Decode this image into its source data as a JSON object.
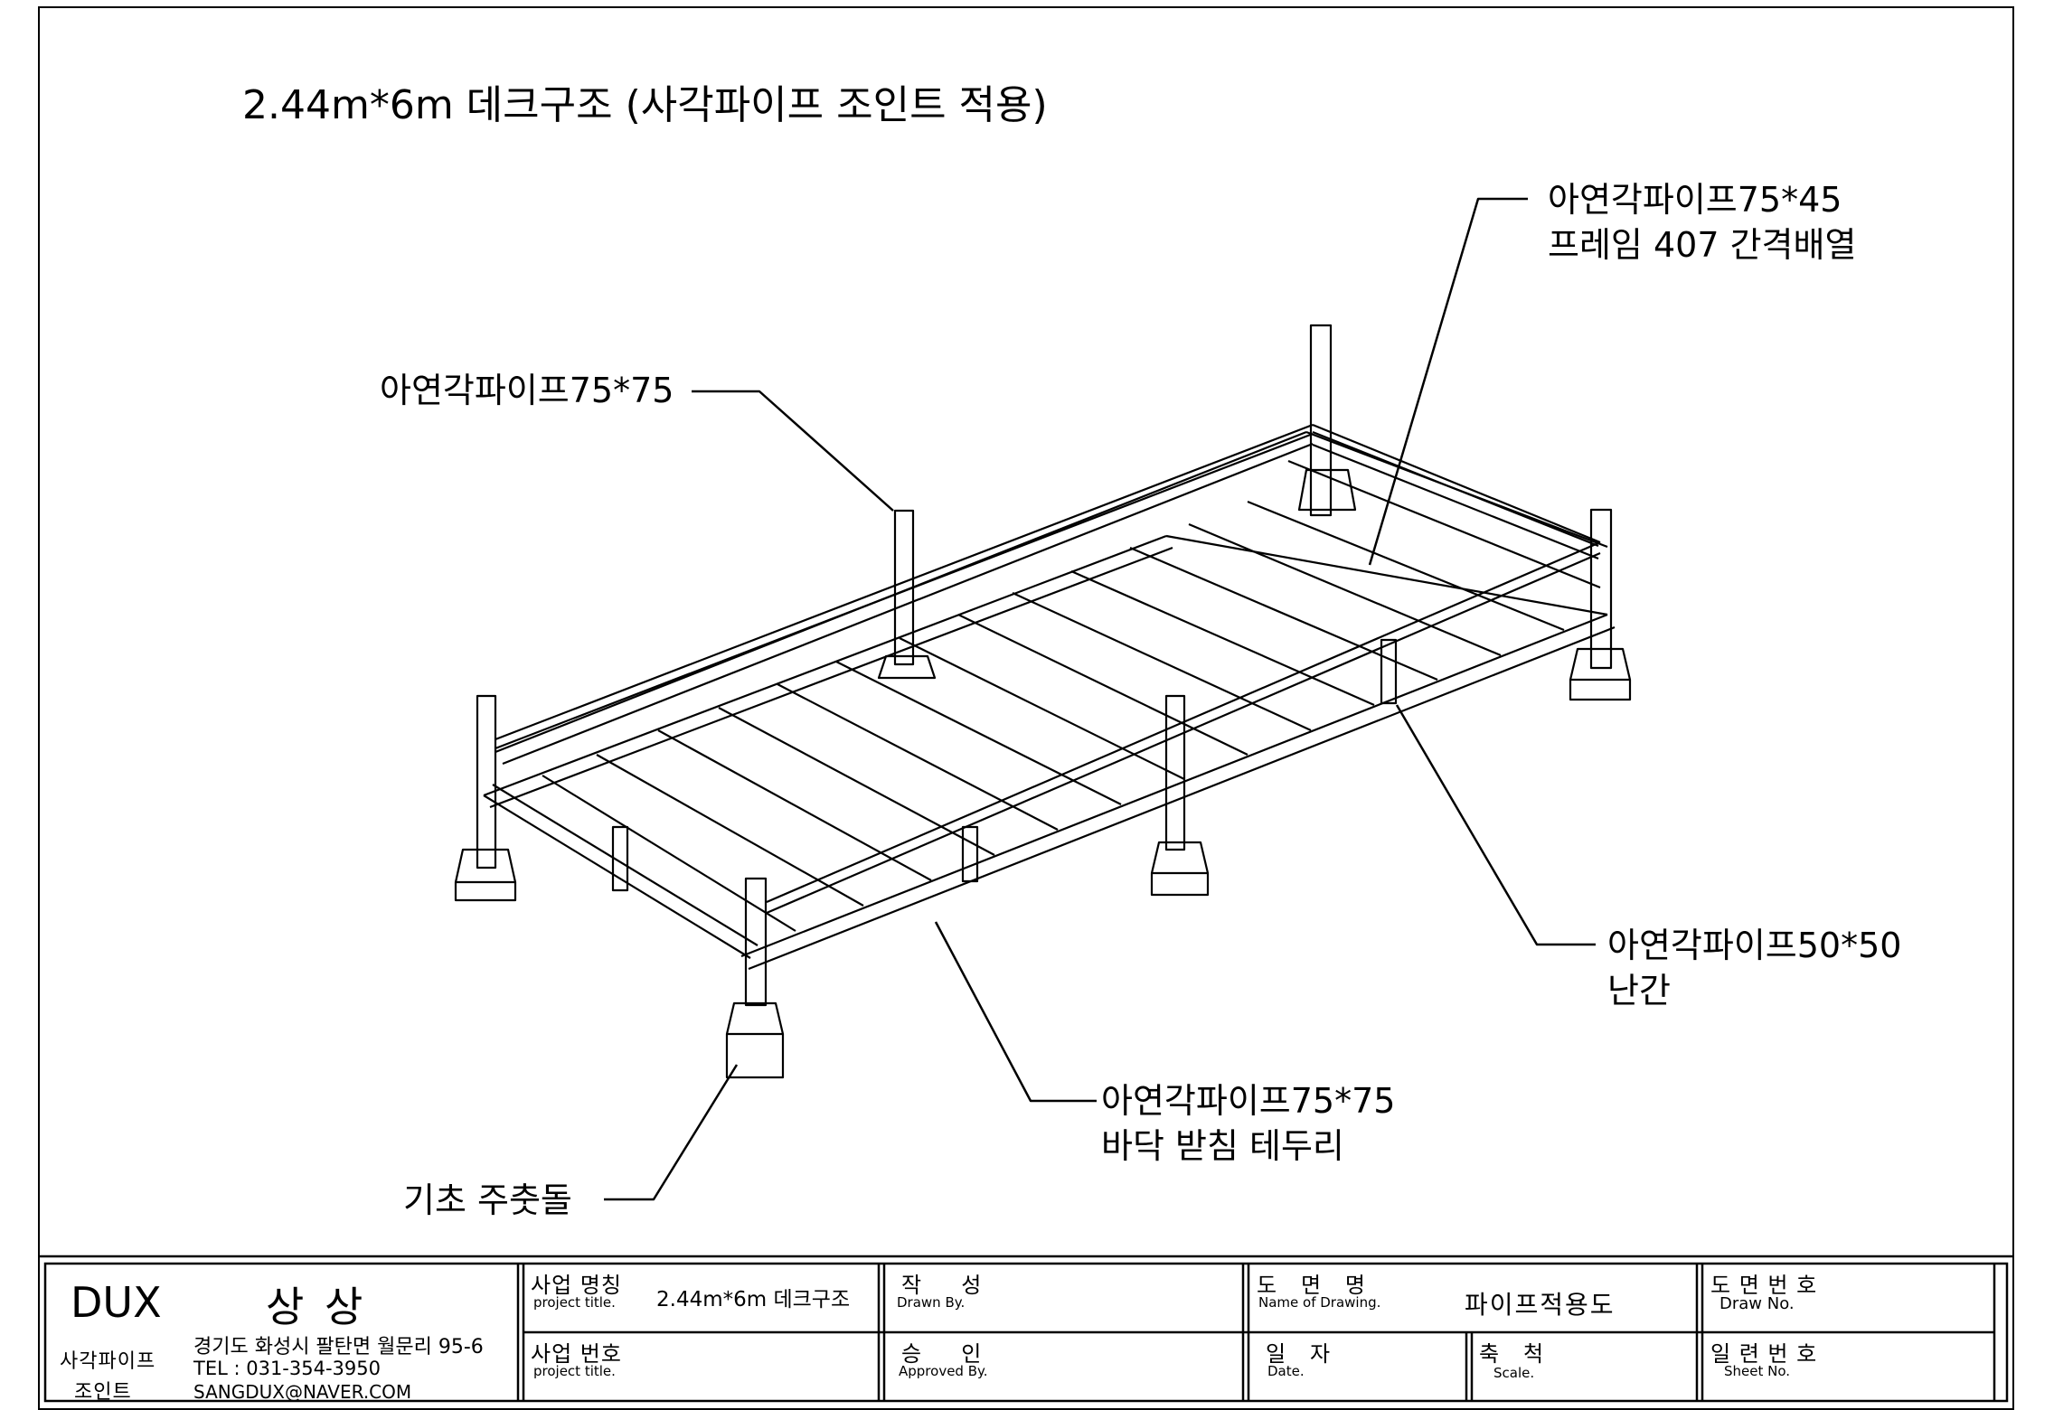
{
  "title": "2.44m*6m 데크구조  (사각파이프 조인트 적용)",
  "callouts": {
    "top_right_1": "아연각파이프75*45",
    "top_right_2": "프레임 407 간격배열",
    "post": "아연각파이프75*75",
    "railing_1": "아연각파이프50*50",
    "railing_2": "난간",
    "bottom_frame_1": "아연각파이프75*75",
    "bottom_frame_2": "바닥 받침 테두리",
    "foundation": "기초 주춧돌"
  },
  "title_block": {
    "brand": "DUX",
    "company": "상 상",
    "product_1": "사각파이프",
    "product_2": "조인트",
    "address": "경기도 화성시 팔탄면 월문리 95-6",
    "tel": "TEL : 031-354-3950",
    "email": "SANGDUX@NAVER.COM",
    "project_name_label": "사업 명칭",
    "project_name_en": "project title.",
    "project_name_value": "2.44m*6m 데크구조",
    "project_no_label": "사업 번호",
    "project_no_en": "project title.",
    "drawn_label": "작     성",
    "drawn_en": "Drawn By.",
    "approved_label": "승     인",
    "approved_en": "Approved By.",
    "drawing_name_label": "도   면   명",
    "drawing_name_en": "Name of Drawing.",
    "drawing_name_value": "파이프적용도",
    "date_label": "일   자",
    "date_en": "Date.",
    "scale_label": "축   척",
    "scale_en": "Scale.",
    "draw_no_label": "도 면 번 호",
    "draw_no_en": "Draw No.",
    "sheet_no_label": "일 련 번 호",
    "sheet_no_en": "Sheet No."
  }
}
